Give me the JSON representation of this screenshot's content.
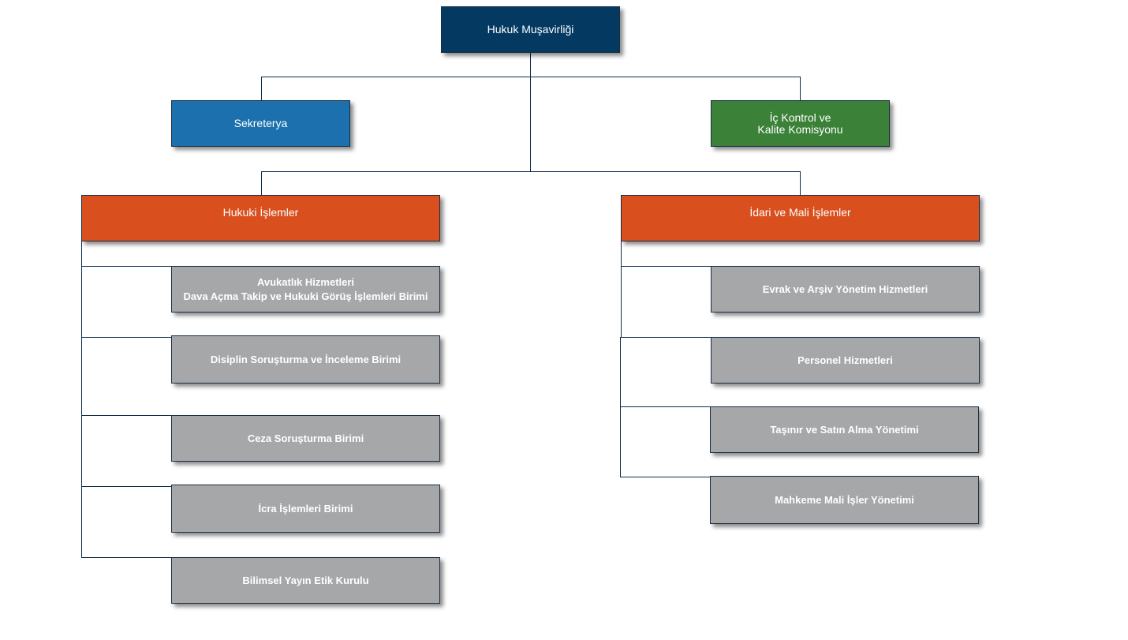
{
  "colors": {
    "root": "#043a62",
    "staff_blue": "#1b70ad",
    "staff_green": "#3b8138",
    "department": "#d9501e",
    "unit": "#a5a7a8",
    "connector": "#0f2d4e"
  },
  "root": {
    "lines": [
      "Hukuk Muşavirliği"
    ]
  },
  "staff": [
    {
      "id": "sekreterya",
      "lines": [
        "Sekreterya"
      ]
    },
    {
      "id": "ic-kontrol",
      "lines": [
        "İç Kontrol ve",
        "Kalite Komisyonu"
      ]
    }
  ],
  "departments": [
    {
      "id": "hukuki",
      "lines": [
        "Hukuki İşlemler"
      ],
      "units": [
        {
          "lines": [
            "Avukatlık Hizmetleri",
            "Dava Açma Takip ve Hukuki Görüş İşlemleri Birimi"
          ]
        },
        {
          "lines": [
            "Disiplin Soruşturma ve İnceleme Birimi"
          ]
        },
        {
          "lines": [
            "Ceza Soruşturma Birimi"
          ]
        },
        {
          "lines": [
            "İcra İşlemleri Birimi"
          ]
        },
        {
          "lines": [
            "Bilimsel Yayın Etik Kurulu"
          ]
        }
      ]
    },
    {
      "id": "idari",
      "lines": [
        "İdari ve Mali İşlemler"
      ],
      "units": [
        {
          "lines": [
            "Evrak ve Arşiv Yönetim Hizmetleri"
          ]
        },
        {
          "lines": [
            "Personel Hizmetleri"
          ]
        },
        {
          "lines": [
            "Taşınır ve Satın Alma Yönetimi"
          ]
        },
        {
          "lines": [
            "Mahkeme Mali İşler Yönetimi"
          ]
        }
      ]
    }
  ]
}
